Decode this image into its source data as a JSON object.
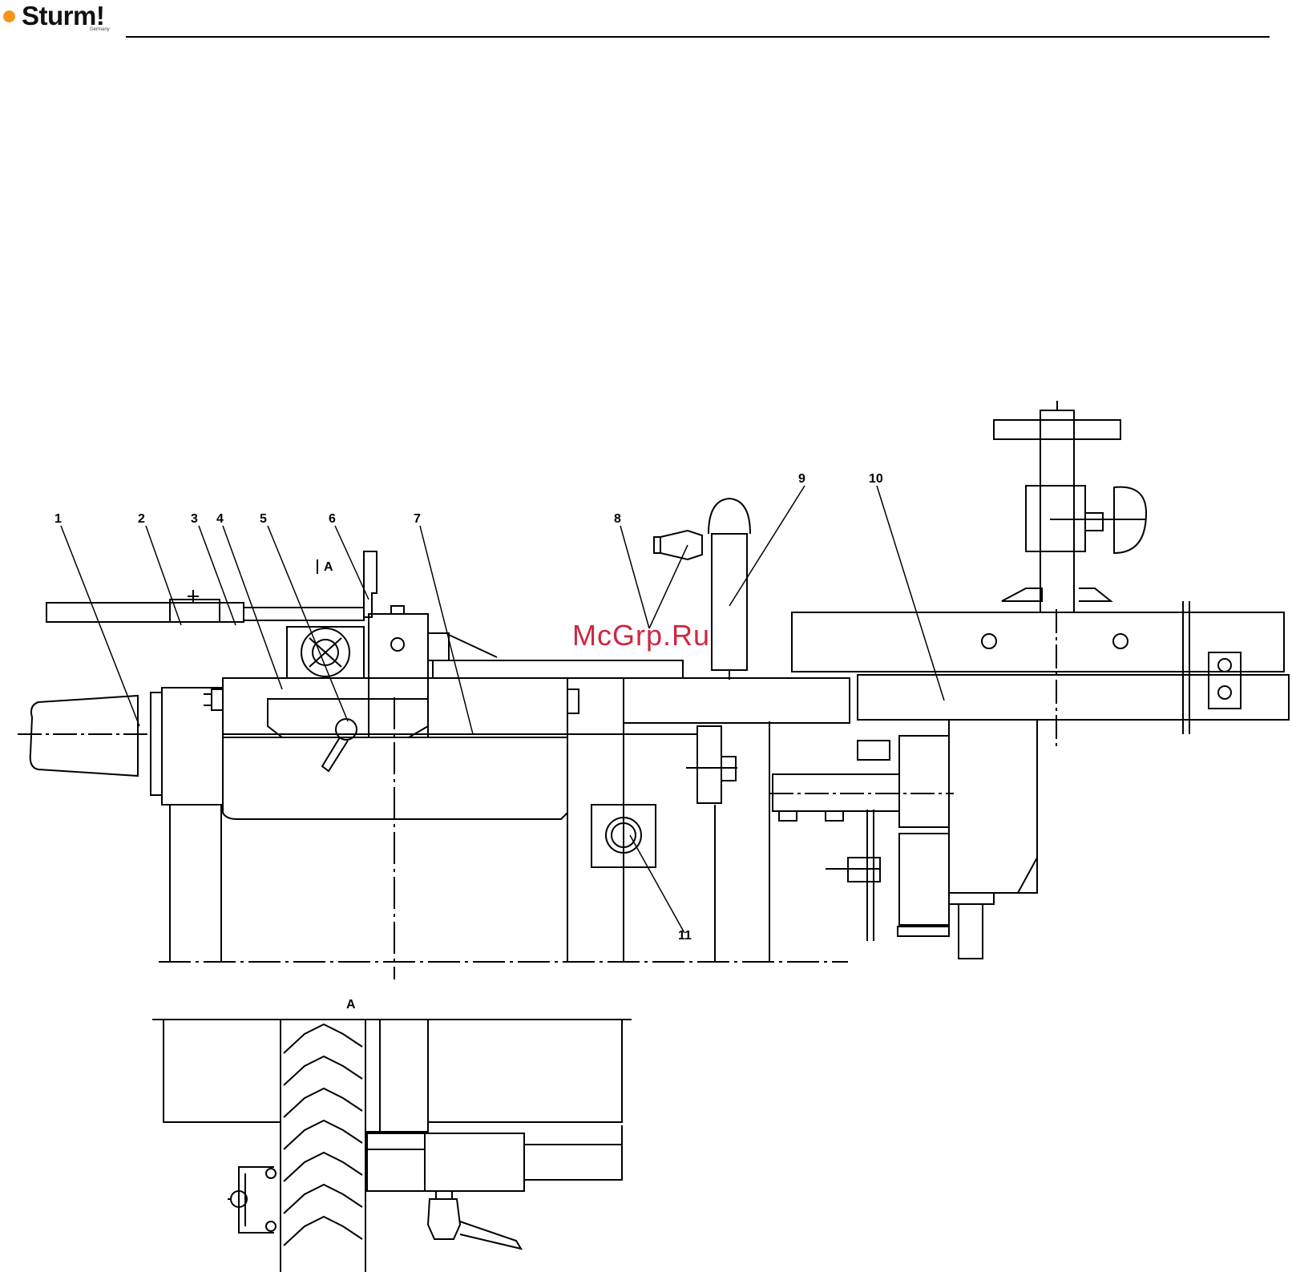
{
  "header": {
    "brand": "Sturm!",
    "brand_sub": "Germany",
    "brand_color": "#f7941d"
  },
  "drawing": {
    "callouts": [
      "1",
      "2",
      "3",
      "4",
      "5",
      "6",
      "7",
      "8",
      "9",
      "10",
      "11"
    ],
    "view_marker": "A",
    "detail_label": "A"
  },
  "watermark": {
    "text": "McGrp.Ru",
    "color": "#c8102e"
  }
}
